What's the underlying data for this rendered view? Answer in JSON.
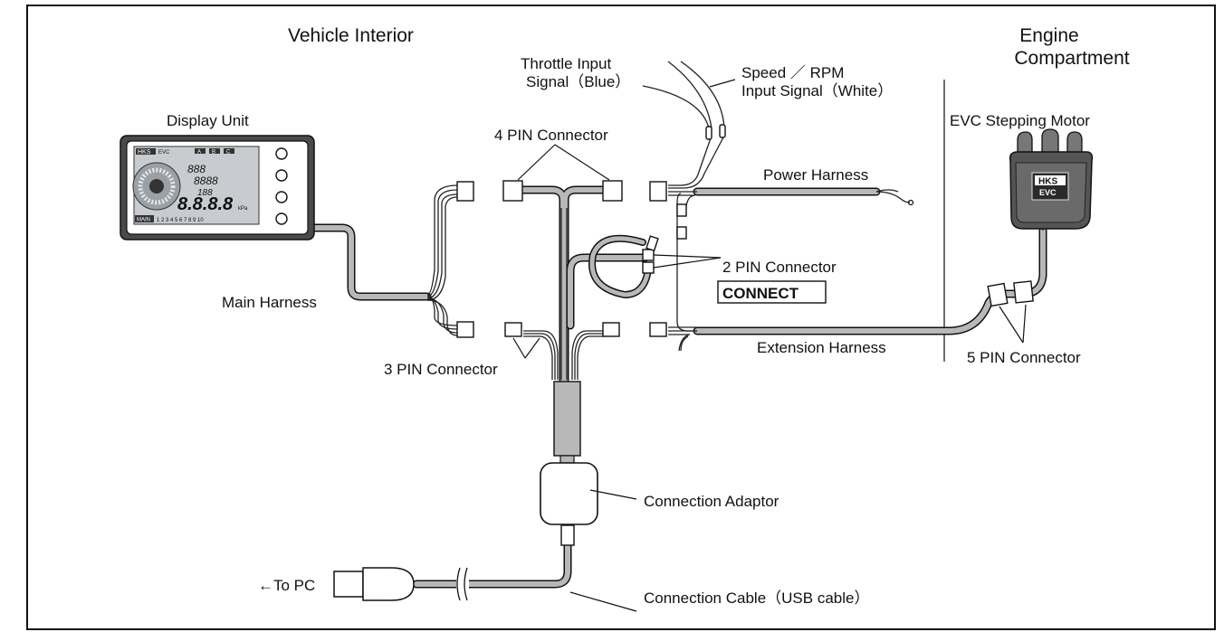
{
  "sections": {
    "vehicle_interior": "Vehicle Interior",
    "engine_compartment_line1": "Engine",
    "engine_compartment_line2": "Compartment"
  },
  "labels": {
    "display_unit": "Display Unit",
    "throttle_line1": "Throttle Input",
    "throttle_line2": "Signal（Blue）",
    "speed_line1": "Speed ／ RPM",
    "speed_line2": "Input Signal（White）",
    "evc_motor": "EVC Stepping Motor",
    "four_pin": "4 PIN Connector",
    "power_harness": "Power Harness",
    "two_pin": "2 PIN Connector",
    "connect": "CONNECT",
    "main_harness": "Main Harness",
    "three_pin": "3 PIN Connector",
    "extension_harness": "Extension Harness",
    "five_pin": "5 PIN Connector",
    "connection_adaptor": "Connection Adaptor",
    "to_pc": "←To PC",
    "connection_cable": "Connection Cable（USB cable）"
  },
  "display_screen": {
    "brand": "HKS",
    "product": "EVC",
    "buttons": [
      "A",
      "B",
      "C"
    ],
    "row1": "888",
    "row2": "8888",
    "row3": "188",
    "big": "8.8.8.8",
    "unit": "kPa",
    "main_label": "MAIN",
    "scale": "1 2 3 4 5 6 7 8 9 10"
  },
  "motor_badge": {
    "brand": "HKS",
    "product": "EVC"
  }
}
